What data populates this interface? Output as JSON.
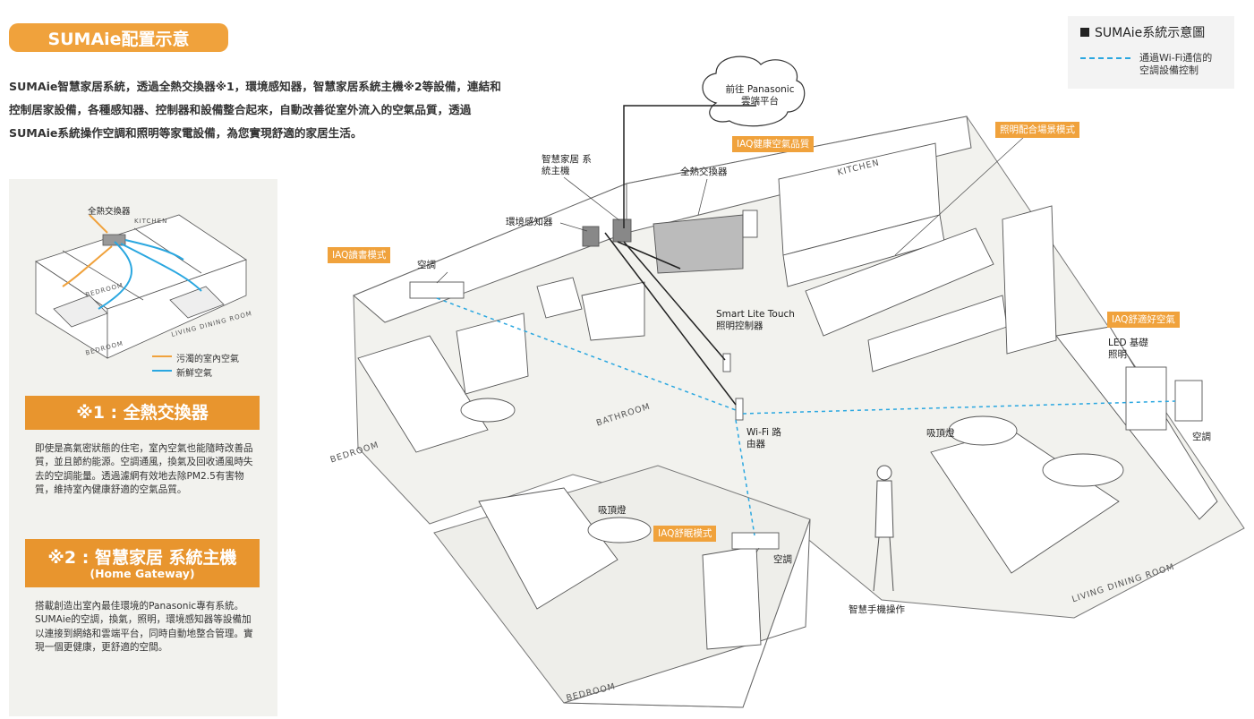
{
  "header": {
    "title": "SUMAie配置示意"
  },
  "intro": {
    "text": "SUMAie智慧家居系統，透過全熱交換器※1，環境感知器，智慧家居系統主機※2等設備，連結和控制居家設備，各種感知器、控制器和設備整合起來，自動改善從室外流入的空氣品質，透過SUMAie系統操作空調和照明等家電設備，為您實現舒適的家居生活。"
  },
  "legend": {
    "title": "SUMAie系統示意圖",
    "line_text": "通過Wi-Fi通信的空調設備控制",
    "line_color": "#2aa7e0"
  },
  "side": {
    "mini_labels": {
      "exchanger": "全熱交換器",
      "kitchen": "KITCHEN",
      "bedroom1": "BEDROOM",
      "bedroom2": "BEDROOM",
      "living": "LIVING DINING ROOM"
    },
    "mini_legend": [
      {
        "text": "污濁的室內空氣",
        "color": "#f0a23c"
      },
      {
        "text": "新鮮空氣",
        "color": "#2aa7e0"
      }
    ],
    "box1": {
      "title": "※1 : 全熱交換器",
      "text": "即使是高氣密狀態的住宅，室內空氣也能隨時改善品質，並且節約能源。空調通風，換氣及回收通風時失去的空調能量。透過濾網有效地去除PM2.5有害物質，維持室內健康舒適的空氣品質。"
    },
    "box2": {
      "title": "※2 : 智慧家居 系統主機",
      "subtitle": "(Home Gateway)",
      "text": "搭載創造出室內最佳環境的Panasonic專有系統。SUMAie的空調，換氣，照明，環境感知器等設備加以連接到網絡和雲端平台，同時自動地整合管理。實現一個更健康，更舒適的空間。"
    }
  },
  "diagram": {
    "cloud": "前往 Panasonic 雲端平台",
    "tags": {
      "iaq_health": "IAQ健康空氣品質",
      "lighting_scene": "照明配合場景模式",
      "iaq_reading": "IAQ讀書模式",
      "iaq_comfort": "IAQ舒適好空氣",
      "iaq_sleep": "IAQ舒眠模式"
    },
    "labels": {
      "gateway": "智慧家居 系統主機",
      "exchanger": "全熱交換器",
      "sensor": "環境感知器",
      "ac1": "空調",
      "ac2": "空調",
      "ac3": "空調",
      "smart_lite": "Smart Lite Touch 照明控制器",
      "led": "LED 基礎照明",
      "wifi": "Wi-Fi 路由器",
      "ceiling1": "吸頂燈",
      "ceiling2": "吸頂燈",
      "phone": "智慧手機操作"
    },
    "rooms": {
      "kitchen": "KITCHEN",
      "bathroom": "BATHROOM",
      "bedroom_left": "BEDROOM",
      "bedroom_bottom": "BEDROOM",
      "living": "LIVING DINING ROOM"
    }
  }
}
